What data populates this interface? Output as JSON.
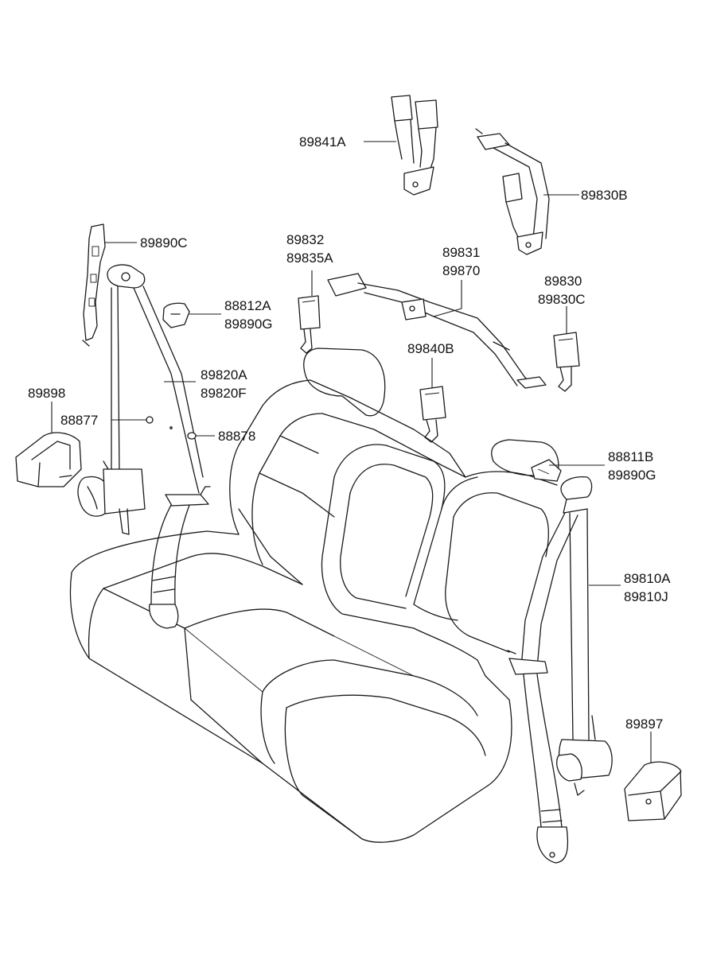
{
  "diagram": {
    "labels": {
      "p89841A": "89841A",
      "p89830B": "89830B",
      "p89890C": "89890C",
      "p89832": "89832",
      "p89835A": "89835A",
      "p89831": "89831",
      "p89870": "89870",
      "p89830": "89830",
      "p89830C": "89830C",
      "p88812A": "88812A",
      "p89890G_a": "89890G",
      "p89840B": "89840B",
      "p89820A": "89820A",
      "p89820F": "89820F",
      "p89898": "89898",
      "p88877": "88877",
      "p88878": "88878",
      "p88811B": "88811B",
      "p89890G_b": "89890G",
      "p89810A": "89810A",
      "p89810J": "89810J",
      "p89897": "89897"
    }
  }
}
